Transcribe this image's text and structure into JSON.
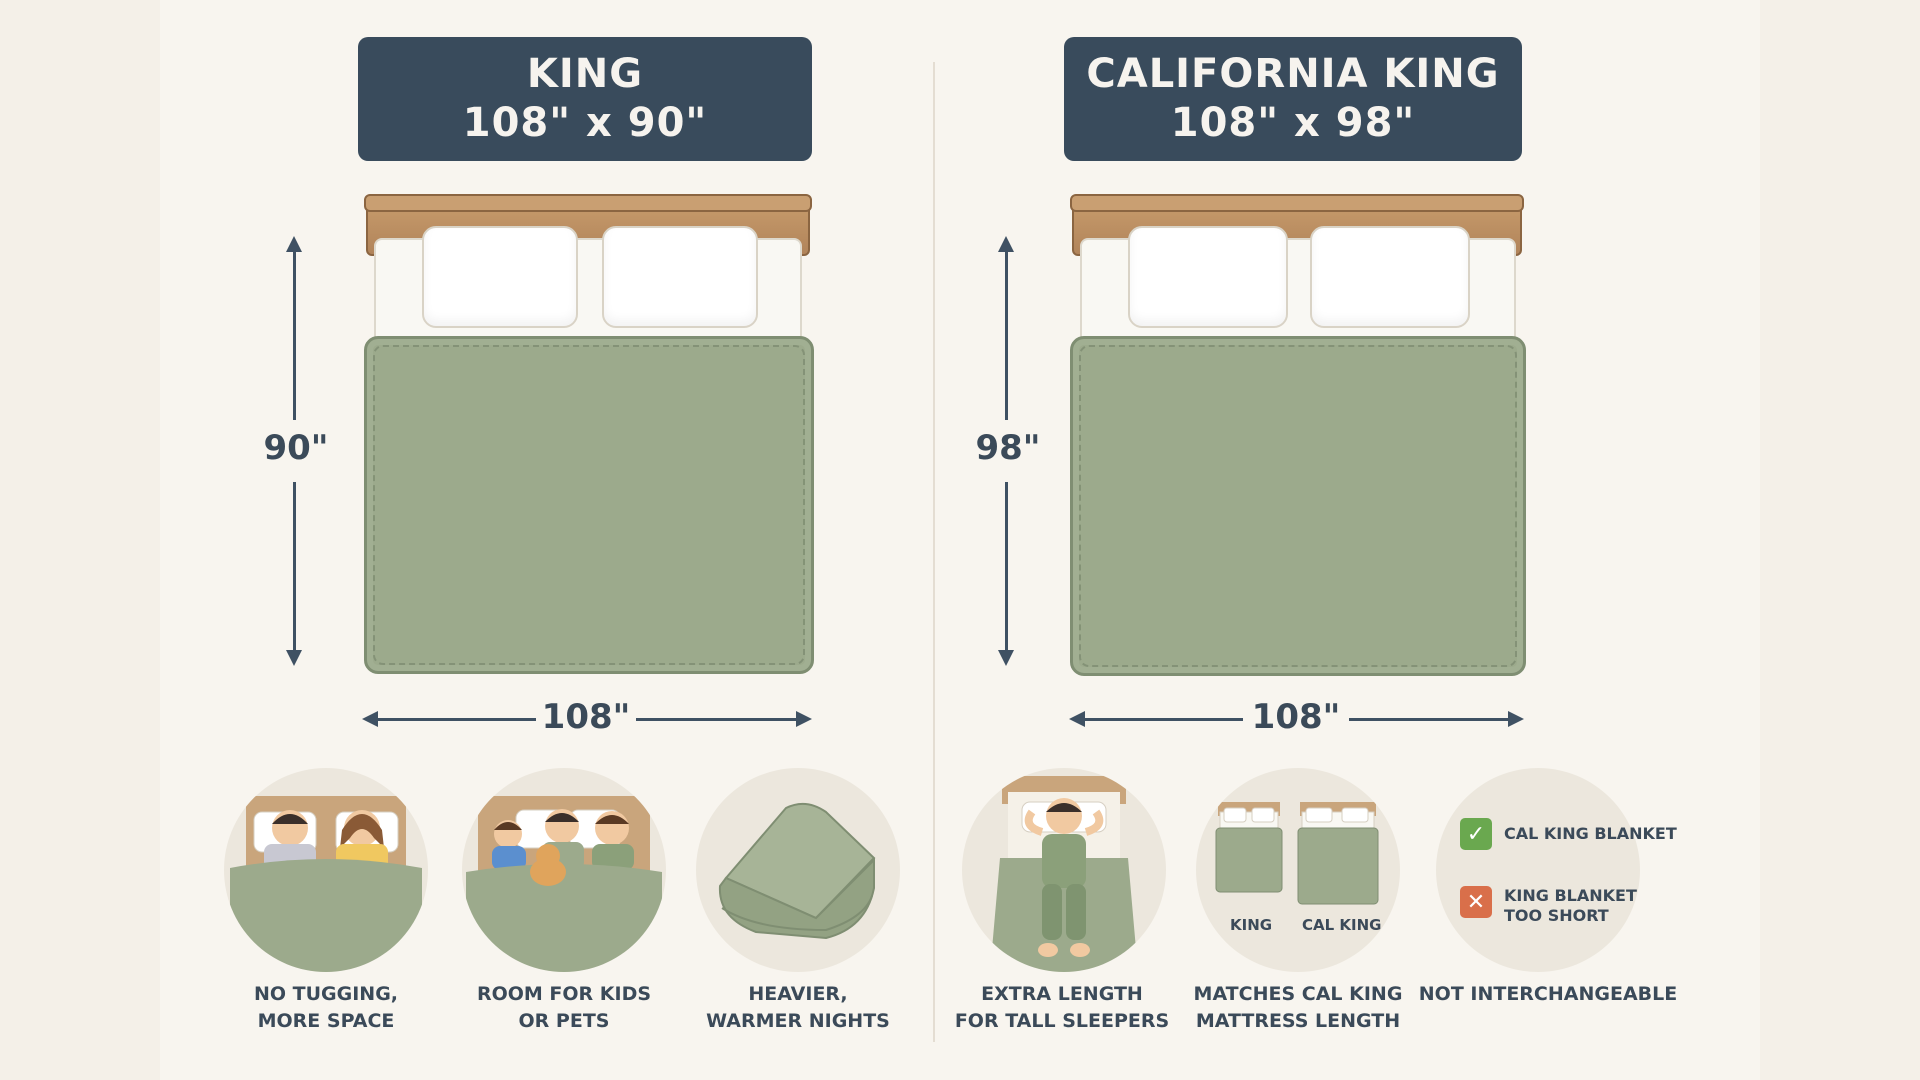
{
  "left": {
    "title": "KING",
    "size": "108\" x 90\"",
    "height_label": "90\"",
    "width_label": "108\""
  },
  "right": {
    "title": "CALIFORNIA KING",
    "size": "108\" x 98\"",
    "height_label": "98\"",
    "width_label": "108\""
  },
  "features": [
    {
      "caption_line1": "NO TUGGING,",
      "caption_line2": "MORE SPACE",
      "icon": "couple-in-bed-icon"
    },
    {
      "caption_line1": "ROOM FOR KIDS",
      "caption_line2": "OR PETS",
      "icon": "family-with-dog-icon"
    },
    {
      "caption_line1": "HEAVIER,",
      "caption_line2": "WARMER NIGHTS",
      "icon": "folded-blanket-icon"
    },
    {
      "caption_line1": "EXTRA LENGTH",
      "caption_line2": "FOR TALL SLEEPERS",
      "icon": "tall-sleeper-icon"
    },
    {
      "caption_line1": "MATCHES CAL KING",
      "caption_line2": "MATTRESS LENGTH",
      "icon": "two-beds-icon",
      "bed_labels": [
        "KING",
        "CAL KING"
      ]
    },
    {
      "caption_line1": "NOT INTERCHANGEABLE",
      "caption_line2": "",
      "icon": "check-cross-icon",
      "legend": [
        {
          "text_line1": "CAL KING BLANKET",
          "text_line2": "",
          "mark": "✓",
          "color": "#6aa84f"
        },
        {
          "text_line1": "KING BLANKET",
          "text_line2": "TOO SHORT",
          "mark": "✕",
          "color": "#d96f4a"
        }
      ]
    }
  ],
  "colors": {
    "navy": "#394b5c",
    "blanket_green": "#9caa8c",
    "wood": "#b1845a",
    "background": "#f8f5ef"
  }
}
